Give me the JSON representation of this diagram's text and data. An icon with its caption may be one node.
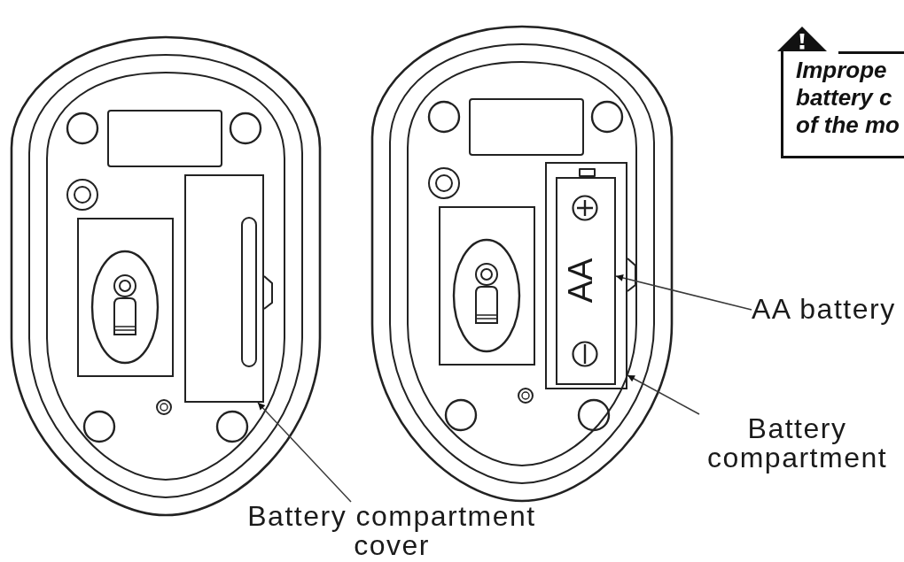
{
  "diagram": {
    "nodes": [
      {
        "text": [],
        "shape": "box"
      },
      {
        "text": [],
        "shape": "box"
      },
      {
        "text": [
          "AA"
        ],
        "in": 1
      },
      {
        "text": [
          "Imprope battery c of the mo"
        ]
      },
      {
        "text": [
          "AA battery"
        ]
      },
      {
        "text": [
          "Battery compartment"
        ]
      },
      {
        "text": [
          "Battery compartment cover"
        ]
      }
    ],
    "edges": [
      {
        "from": 4,
        "to": 2,
        "arrow": "to"
      },
      {
        "from": 5,
        "to": 1,
        "arrow": "to"
      },
      {
        "from": 6,
        "to": 0,
        "arrow": "to"
      }
    ]
  }
}
